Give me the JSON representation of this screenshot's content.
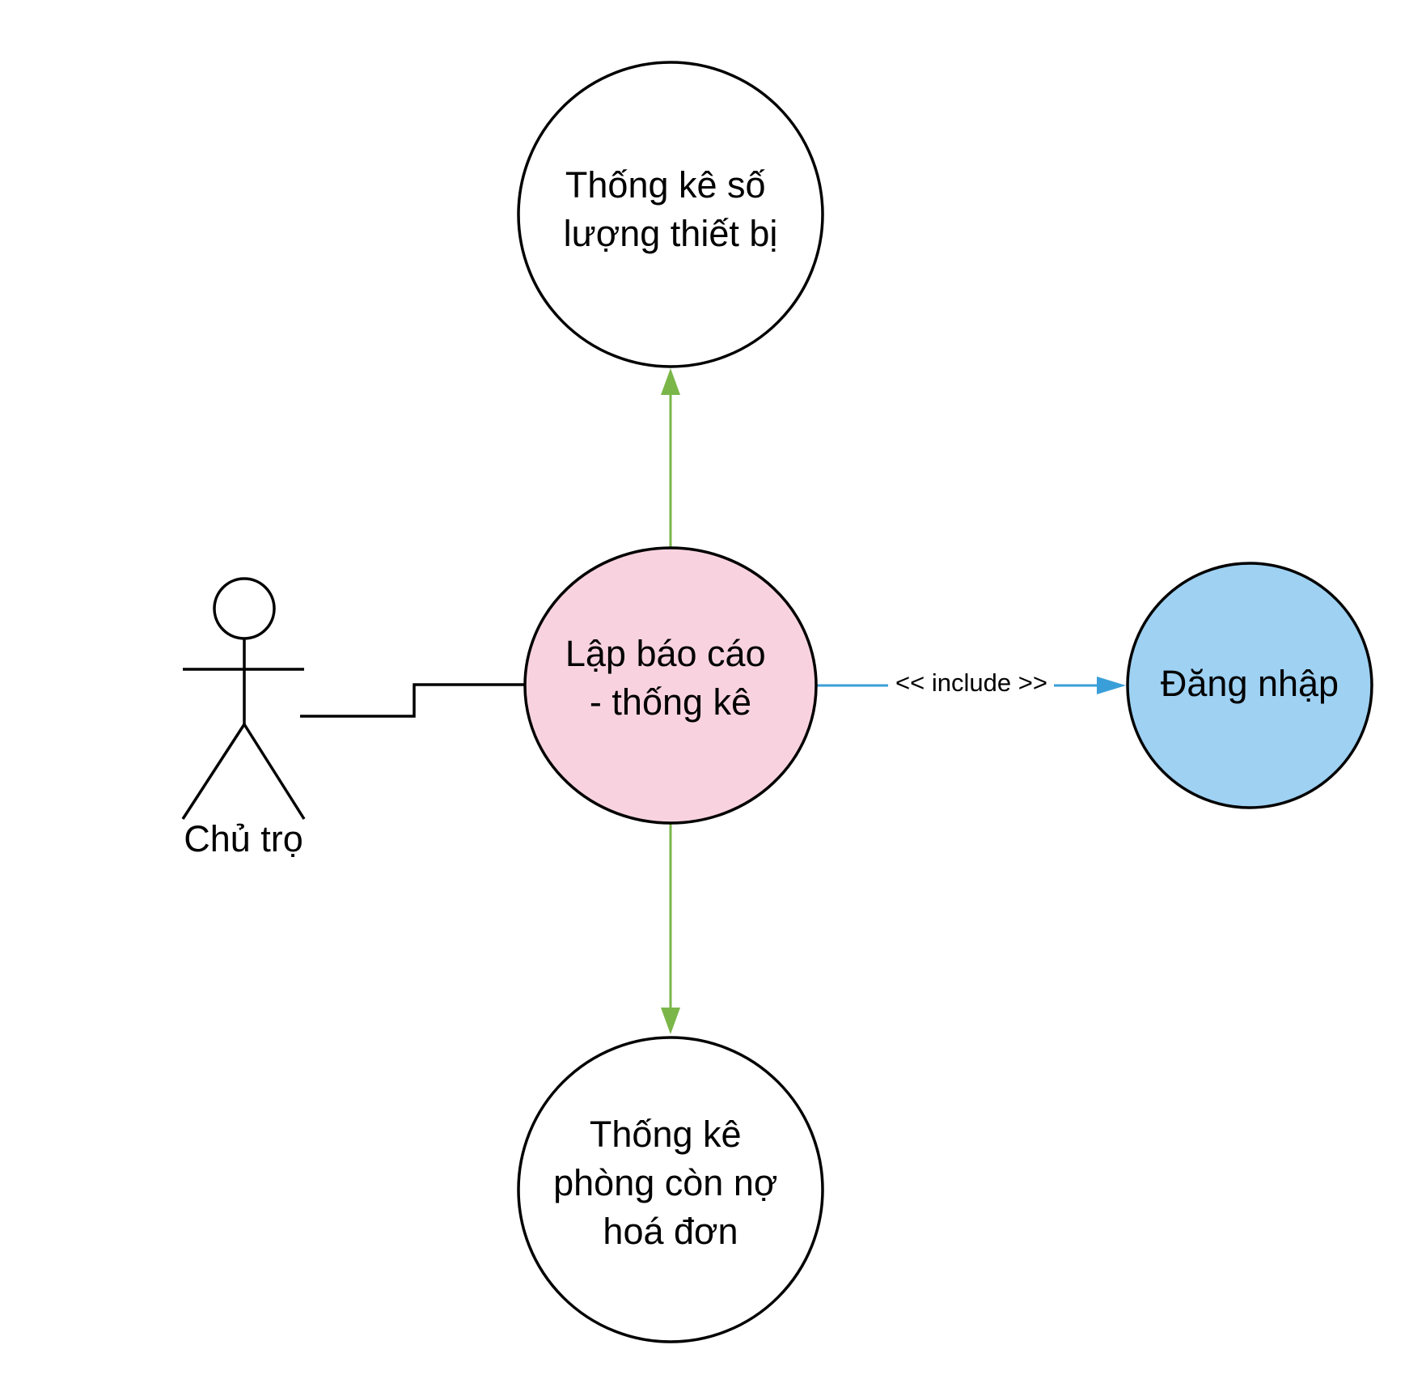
{
  "diagram": {
    "actor": {
      "label": "Chủ trọ"
    },
    "use_cases": {
      "main": {
        "lines": [
          "Lập báo cáo",
          "- thống kê"
        ],
        "fill": "#f8d3df"
      },
      "top": {
        "lines": [
          "Thống kê số",
          "lượng thiết bị"
        ],
        "fill": "#ffffff"
      },
      "bottom": {
        "lines": [
          "Thống kê",
          "phòng còn nợ",
          "hoá đơn"
        ],
        "fill": "#ffffff"
      },
      "login": {
        "lines": [
          "Đăng nhập"
        ],
        "fill": "#9ed1f2"
      }
    },
    "edges": {
      "include_label": "<< include >>"
    },
    "colors": {
      "stroke": "#000000",
      "extend_arrow": "#7ab648",
      "include_arrow": "#3a9fd8"
    }
  }
}
